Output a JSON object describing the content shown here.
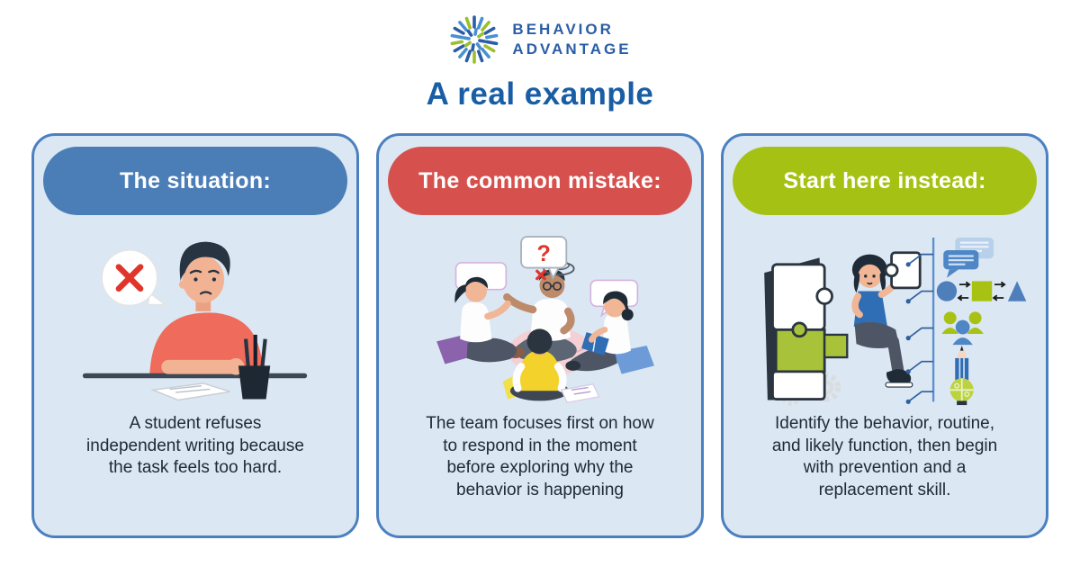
{
  "logo": {
    "brand_line1": "BEHAVIOR",
    "brand_line2": "ADVANTAGE",
    "icon": "radial-burst-icon"
  },
  "title": "A real example",
  "cards": [
    {
      "id": "situation",
      "header": "The situation:",
      "header_color": "#4b7eb7",
      "body": "A student refuses\nindependent writing because\nthe task feels too hard.",
      "illustration": "student-refusing-writing-illustration"
    },
    {
      "id": "common-mistake",
      "header": "The common mistake:",
      "header_color": "#d6514d",
      "body": "The team focuses first on how\nto respond in the moment\nbefore exploring why the\nbehavior is happening",
      "illustration": "team-discussion-illustration",
      "question_mark": "?"
    },
    {
      "id": "start-here",
      "header": "Start here instead:",
      "header_color": "#a5c214",
      "body": "Identify the behavior, routine,\nand likely function, then begin\nwith prevention and a\nreplacement skill.",
      "illustration": "woman-puzzle-planning-illustration"
    }
  ],
  "icons": [
    "radial-burst-icon",
    "x-mark-icon",
    "question-bubble-icon",
    "speech-bubble-icon",
    "chat-bubbles-icon",
    "shapes-flow-icon",
    "people-group-icon",
    "pencil-icon",
    "lightbulb-icon",
    "gear-icon",
    "puzzle-piece-icon"
  ],
  "colors": {
    "page_background": "#ffffff",
    "brand_blue": "#2a5da6",
    "logo_light_blue": "#4a90d0",
    "logo_green": "#9cbf2d",
    "title_blue": "#195da5",
    "card_background": "#dbe7f3",
    "card_border": "#4b80c0",
    "pill_blue": "#4b7eb7",
    "pill_red": "#d6514d",
    "pill_green": "#a5c214",
    "body_text": "#202a38",
    "error_red": "#e0352b"
  }
}
